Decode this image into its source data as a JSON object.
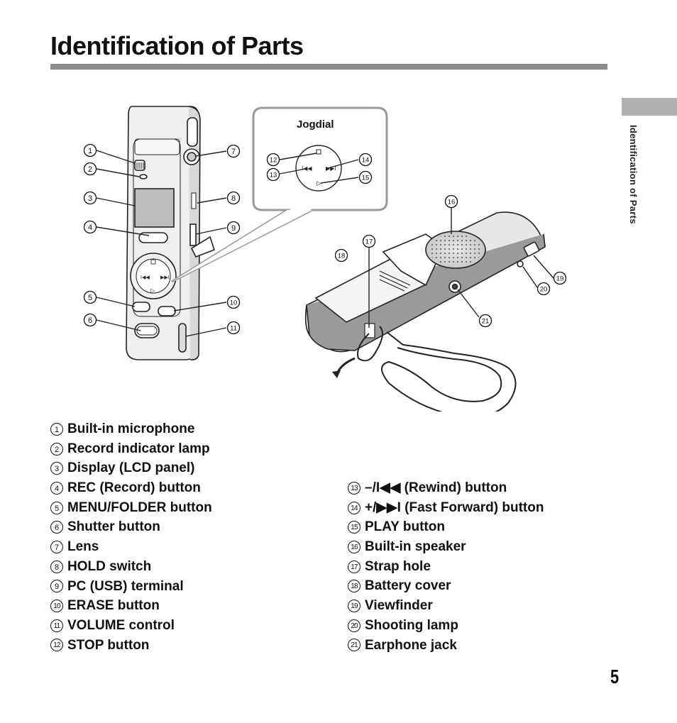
{
  "page": {
    "title": "Identification of Parts",
    "side_label": "Identification of Parts",
    "page_number": "5"
  },
  "figure": {
    "jogdial_label": "Jogdial",
    "callouts": [
      "1",
      "2",
      "3",
      "4",
      "5",
      "6",
      "7",
      "8",
      "9",
      "10",
      "11",
      "12",
      "13",
      "14",
      "15",
      "16",
      "17",
      "18",
      "19",
      "20",
      "21"
    ]
  },
  "parts": {
    "left": [
      {
        "num": "1",
        "label": "Built-in microphone"
      },
      {
        "num": "2",
        "label": "Record indicator lamp"
      },
      {
        "num": "3",
        "label": "Display (LCD panel)"
      },
      {
        "num": "4",
        "label": "REC (Record) button"
      },
      {
        "num": "5",
        "label": "MENU/FOLDER button"
      },
      {
        "num": "6",
        "label": "Shutter button"
      },
      {
        "num": "7",
        "label": "Lens"
      },
      {
        "num": "8",
        "label": "HOLD switch"
      },
      {
        "num": "9",
        "label": "PC (USB) terminal"
      },
      {
        "num": "10",
        "label": "ERASE button"
      },
      {
        "num": "11",
        "label": "VOLUME control"
      },
      {
        "num": "12",
        "label": "STOP button"
      }
    ],
    "right": [
      {
        "num": "13",
        "label": "–/I◀◀ (Rewind) button"
      },
      {
        "num": "14",
        "label": "+/▶▶I (Fast Forward) button"
      },
      {
        "num": "15",
        "label": "PLAY button"
      },
      {
        "num": "16",
        "label": "Built-in speaker"
      },
      {
        "num": "17",
        "label": "Strap hole"
      },
      {
        "num": "18",
        "label": "Battery cover"
      },
      {
        "num": "19",
        "label": "Viewfinder"
      },
      {
        "num": "20",
        "label": "Shooting lamp"
      },
      {
        "num": "21",
        "label": "Earphone jack"
      }
    ]
  }
}
